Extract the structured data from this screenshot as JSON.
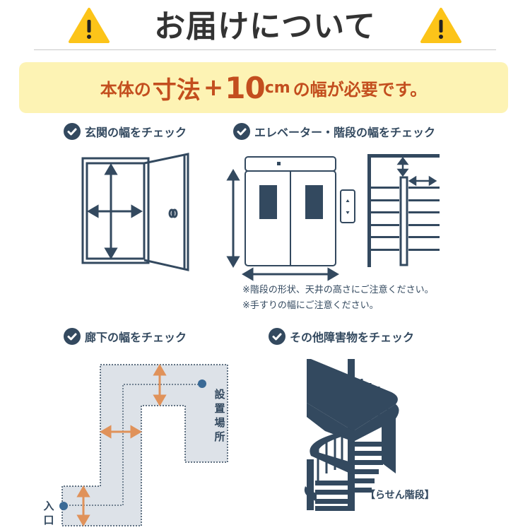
{
  "header": {
    "title": "お届けについて",
    "left_icon": "warning-icon",
    "right_icon": "warning-icon",
    "warning_color": "#fcc419"
  },
  "banner": {
    "part1": "本体の",
    "part2": "寸法",
    "part3": "+",
    "part4": "10",
    "part5": "cm",
    "part6": "の幅が必要です。",
    "text_color": "#c34e1e",
    "bg_color": "#fdf3b4"
  },
  "sections": [
    {
      "label": "玄関の幅をチェック",
      "icon": "check-circle-icon",
      "illustration": "door-icon"
    },
    {
      "label": "エレベーター・階段の幅をチェック",
      "icon": "check-circle-icon",
      "illustration": "elevator-and-stairs-icon",
      "notes": [
        "※階段の形状、天井の高さにご注意ください。",
        "※手すりの幅にご注意ください。"
      ]
    },
    {
      "label": "廊下の幅をチェック",
      "icon": "check-circle-icon",
      "illustration": "hallway-map",
      "labels": {
        "destination": "設置場所",
        "entrance": "入口"
      }
    },
    {
      "label": "その他障害物をチェック",
      "icon": "check-circle-icon",
      "illustration": "spiral-staircase-icon",
      "caption": "【らせん階段】"
    }
  ],
  "colors": {
    "navy": "#33495f",
    "arrow_orange": "#e0925a",
    "hall_fill": "#dde2e8"
  }
}
